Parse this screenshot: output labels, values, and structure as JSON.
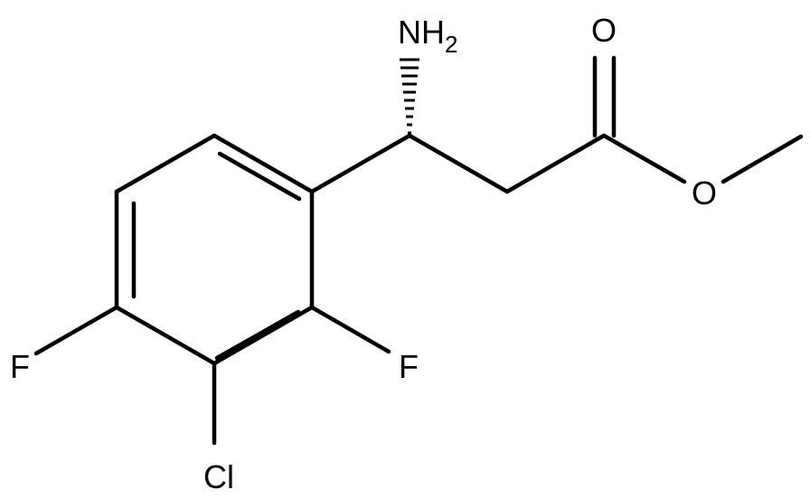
{
  "molecule": {
    "atoms": {
      "nh2": {
        "label": "NH",
        "subscript": "2"
      },
      "carbonyl_o": {
        "label": "O"
      },
      "ester_o": {
        "label": "O"
      },
      "f_para": {
        "label": "F"
      },
      "f_ortho": {
        "label": "F"
      },
      "cl": {
        "label": "Cl"
      }
    }
  }
}
